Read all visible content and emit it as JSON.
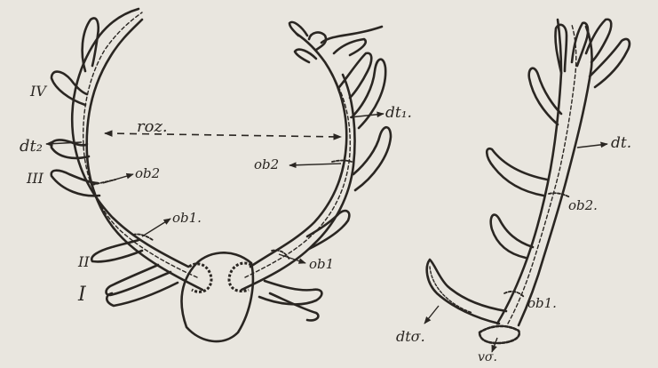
{
  "colors": {
    "paper": "#e9e6df",
    "ink": "#2a2622"
  },
  "labels": {
    "tine_iv": "IV",
    "tine_iii": "III",
    "tine_ii": "II",
    "tine_i": "I",
    "dt2_left": "dt₂",
    "dt1_right": "dt₁.",
    "roz": "roz.",
    "ob2_left": "ob2",
    "ob1_left": "ob1.",
    "ob2_right": "ob2",
    "ob1_right": "ob1",
    "dt_single": "dt.",
    "ob2_single": "ob2.",
    "ob1_single": "ob1.",
    "dto_single": "dtσ.",
    "vo_single": "vσ."
  }
}
